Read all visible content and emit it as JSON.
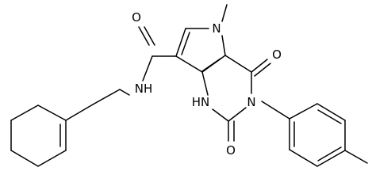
{
  "atoms": {
    "O_amide": "O",
    "NH_amide": "NH",
    "N_methyl": "N",
    "O_top": "O",
    "HN_ring": "HN",
    "N_ring": "N",
    "O_bottom": "O"
  },
  "colors": {
    "bond": "#000000",
    "text": "#000000",
    "background": "#ffffff"
  }
}
